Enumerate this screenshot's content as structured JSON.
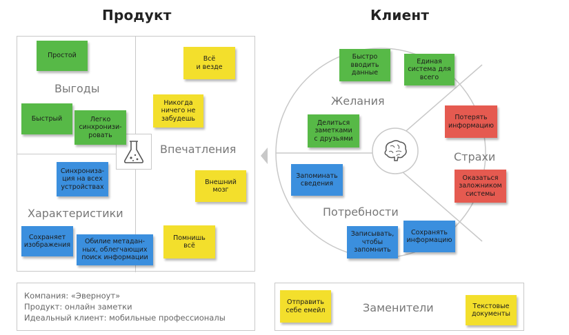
{
  "product": {
    "title": "Продукт",
    "sections": {
      "benefits": "Выгоды",
      "impressions": "Впечатления",
      "features": "Характеристики"
    },
    "notes": {
      "prostoy": "Простой",
      "bystryy": "Быстрый",
      "legko": "Легко\nсинхронизи-\nровать",
      "vse": "Всё\nи везде",
      "nikogda": "Никогда\nничего не\nзабудешь",
      "mozg": "Внешний\nмозг",
      "pomnish": "Помнишь\nвсё",
      "sinhr": "Синхрониза-\nция на всех\nустройствах",
      "sohranyaet": "Сохраняет\nизображения",
      "obilie": "Обилие метадан-\nных, облегчающих\nпоиск информации"
    }
  },
  "client": {
    "title": "Клиент",
    "sections": {
      "wishes": "Желания",
      "fears": "Страхи",
      "needs": "Потребности"
    },
    "notes": {
      "bystro": "Быстро\nвводить\nданные",
      "edinaya": "Единая\nсистема для\nвсего",
      "delitsya": "Делиться\nзаметками\nс друзьями",
      "poteryat": "Потерять\nинформацию",
      "okazatsya": "Оказаться\nзаложником\nсистемы",
      "zapominat": "Запоминать\nсведения",
      "zapisyvat": "Записывать,\nчтобы\nзапомнить",
      "sohranyat": "Сохранять\nинформацию"
    }
  },
  "info": {
    "company": "Компания: «Эверноут»",
    "product": "Продукт: онлайн заметки",
    "client": "Идеальный клиент: мобильные профессионалы"
  },
  "substitutes": {
    "label": "Заменители",
    "notes": {
      "email": "Отправить\nсебе емейл",
      "docs": "Текстовые\nдокументы"
    }
  },
  "icons": {
    "flask": "flask-icon",
    "brain": "brain-icon",
    "arrow": "arrow-left-icon"
  },
  "colors": {
    "green": "#57b947",
    "yellow": "#f3df2c",
    "blue": "#3b8fde",
    "red": "#e55a50",
    "line": "#c8c8c8"
  }
}
